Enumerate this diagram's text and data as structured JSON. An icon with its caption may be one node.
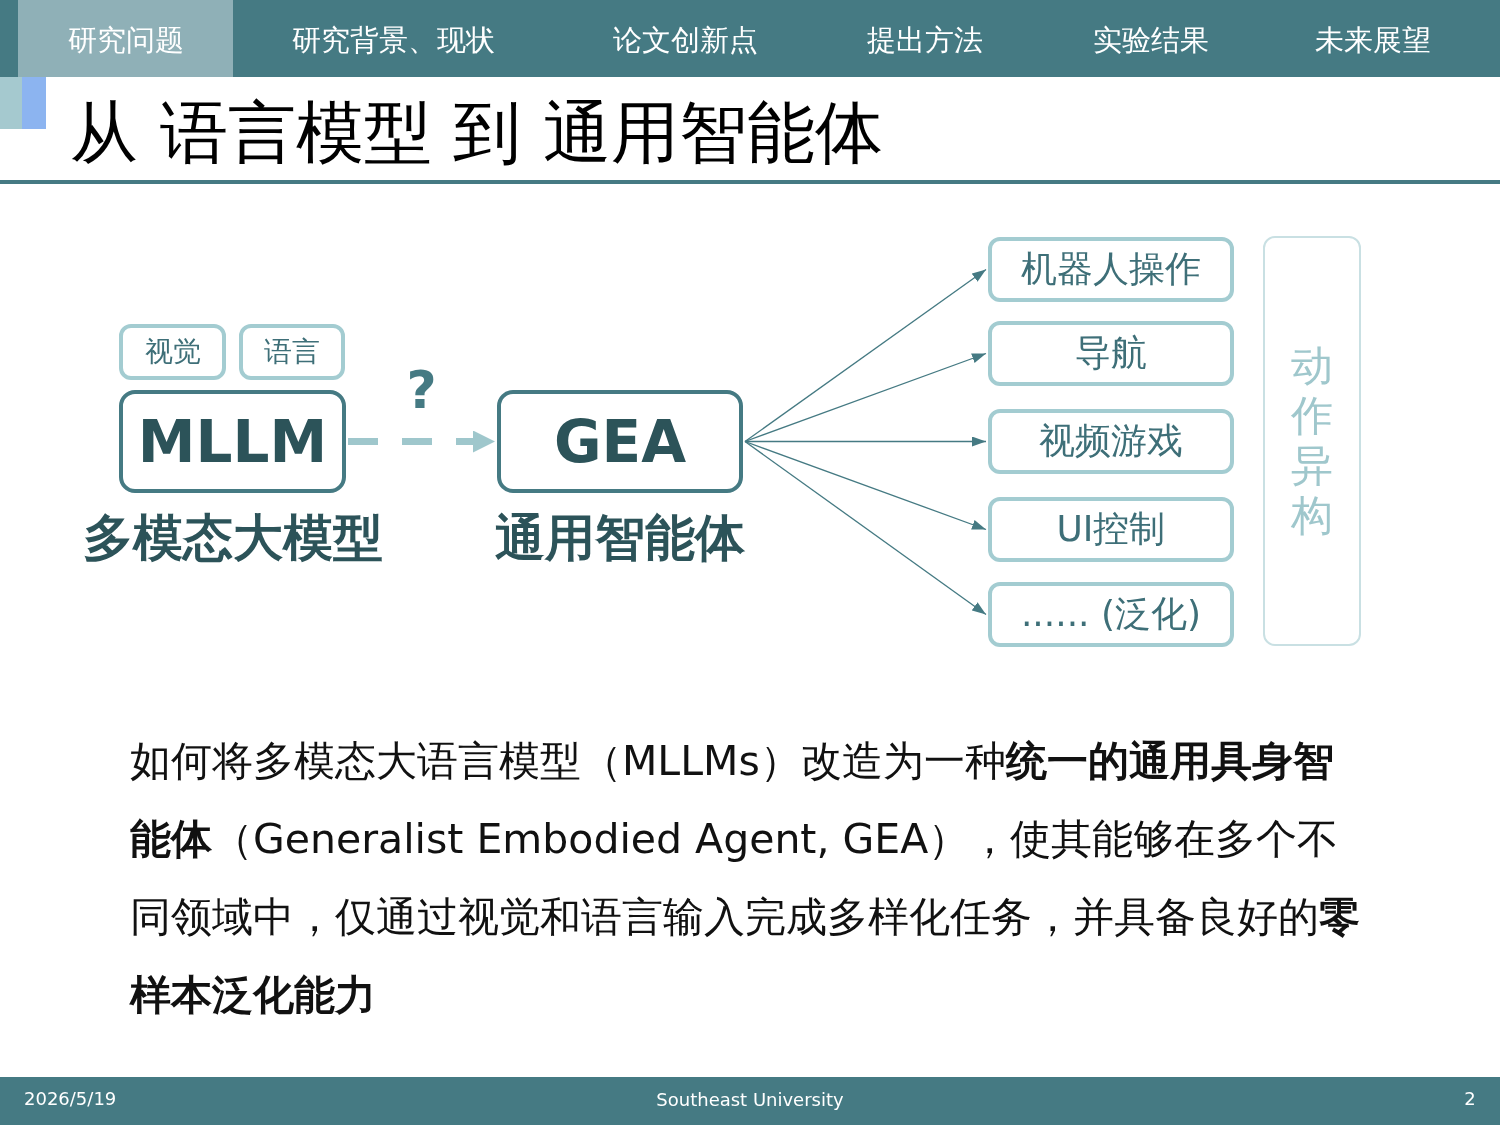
{
  "diagram": {
    "title": "从 语言模型 到 通用智能体",
    "nodes": [
      {
        "text": [
          "视觉"
        ]
      },
      {
        "text": [
          "语言"
        ]
      },
      {
        "text": [
          "MLLM"
        ],
        "beside": [
          "多模态大模型"
        ]
      },
      {
        "text": [
          "GEA"
        ],
        "beside": [
          "通用智能体"
        ]
      },
      {
        "text": [
          "机器人操作"
        ]
      },
      {
        "text": [
          "导航"
        ]
      },
      {
        "text": [
          "视频游戏"
        ]
      },
      {
        "text": [
          "UI控制"
        ]
      },
      {
        "text": [
          "...... (泛化)"
        ]
      },
      {
        "text": [
          "动作异构"
        ]
      }
    ],
    "edges": [
      {
        "from": 2,
        "to": 3,
        "arrow": "to",
        "label": "?",
        "style": "dashed",
        "color": "#9fc7cc"
      },
      {
        "from": 3,
        "to": 4,
        "arrow": "to"
      },
      {
        "from": 3,
        "to": 5,
        "arrow": "to"
      },
      {
        "from": 3,
        "to": 6,
        "arrow": "to"
      },
      {
        "from": 3,
        "to": 7,
        "arrow": "to"
      },
      {
        "from": 3,
        "to": 8,
        "arrow": "to"
      }
    ],
    "labels": [
      "研究问题",
      "研究背景、现状",
      "论文创新点",
      "提出方法",
      "实验结果",
      "未来展望",
      "如何将多模态大语言模型（MLLMs）改造为一种**统一的通用具身智能体**（Generalist Embodied Agent, GEA），使其能够在多个不同领域中，仅通过视觉和语言输入完成多样化任务，并具备良好的**零样本泛化能力**",
      "2026/5/19",
      "Southeast University",
      "2"
    ]
  }
}
